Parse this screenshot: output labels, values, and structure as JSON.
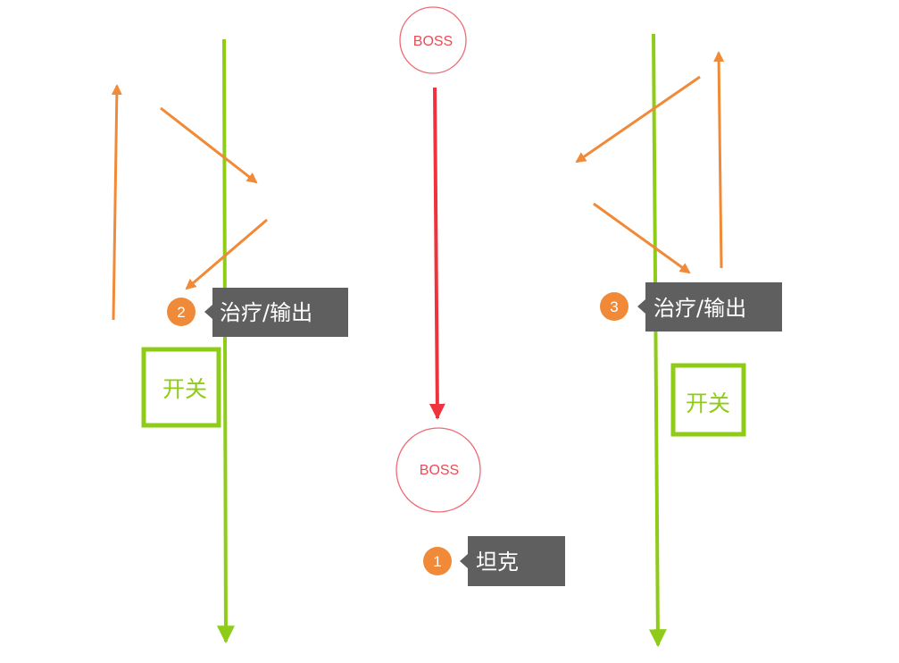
{
  "colors": {
    "green": "#8fcc18",
    "orange": "#f08a38",
    "red": "#f0323c",
    "boss": "#ee4a55",
    "label_bg": "#5f5f5f",
    "badge": "#f08a38"
  },
  "bosses": [
    {
      "id": "boss-start",
      "label": "BOSS"
    },
    {
      "id": "boss-end",
      "label": "BOSS"
    }
  ],
  "roles": [
    {
      "id": "role-1",
      "number": "1",
      "label": "坦克"
    },
    {
      "id": "role-2",
      "number": "2",
      "label": "治疗/输出"
    },
    {
      "id": "role-3",
      "number": "3",
      "label": "治疗/输出"
    }
  ],
  "switches": [
    {
      "id": "switch-left",
      "label": "开关"
    },
    {
      "id": "switch-right",
      "label": "开关"
    }
  ]
}
